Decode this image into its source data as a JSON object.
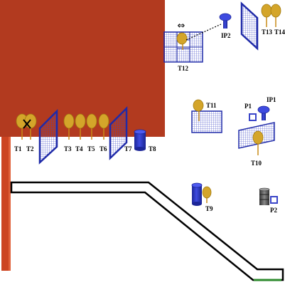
{
  "colors": {
    "wall": "#b23a1f",
    "wall_edge": "#d84a2a",
    "grid": "#2f3bb8",
    "cylinder": "#2a36c4",
    "tree": "#d4a52a",
    "tree_trunk": "#c98a17",
    "marker": "#2c8a2c",
    "barrel": "#555555"
  },
  "labels": {
    "t1": "T1",
    "t2": "T2",
    "t3": "T3",
    "t4": "T4",
    "t5": "T5",
    "t6": "T6",
    "t7": "T7",
    "t8": "T8",
    "t9": "T9",
    "t10": "T10",
    "t11": "T11",
    "t12": "T12",
    "t13": "T13",
    "t14": "T14",
    "ip1": "IP1",
    "ip2": "IP2",
    "p1": "P1",
    "p2": "P2"
  },
  "symbols": {
    "double_arrow": "⇔"
  }
}
